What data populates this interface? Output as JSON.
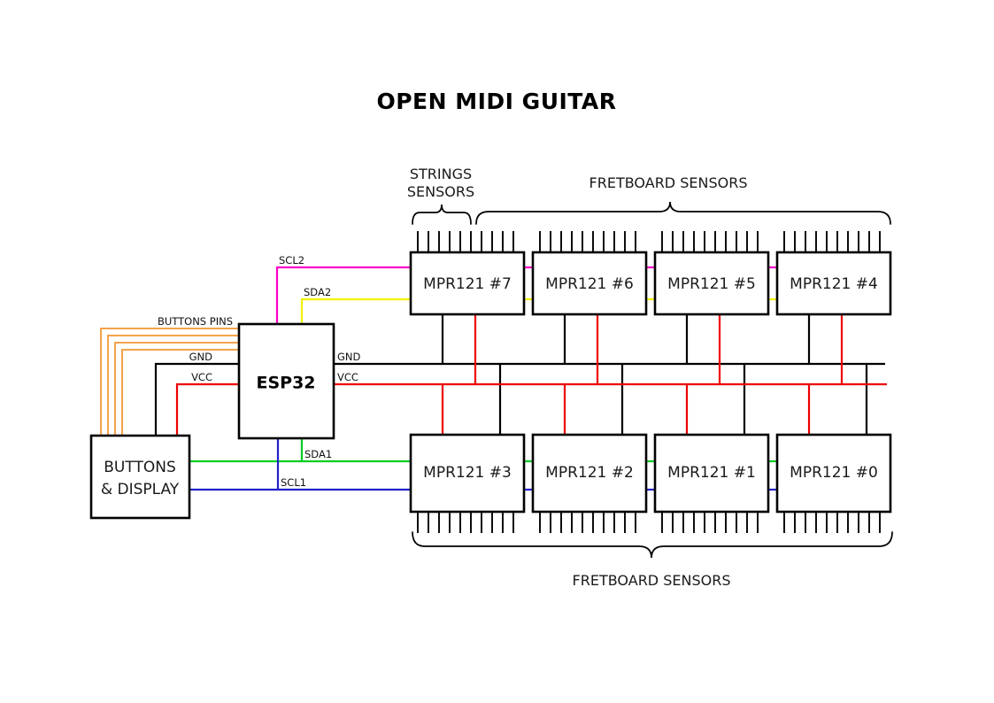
{
  "title": "OPEN MIDI GUITAR",
  "groups": {
    "strings_sensors": "STRINGS\nSENSORS",
    "strings_sensors_line1": "STRINGS",
    "strings_sensors_line2": "SENSORS",
    "fretboard_top": "FRETBOARD SENSORS",
    "fretboard_bottom": "FRETBOARD SENSORS"
  },
  "blocks": {
    "esp32": "ESP32",
    "buttons_display_line1": "BUTTONS",
    "buttons_display_line2": "& DISPLAY",
    "top_row": [
      {
        "label": "MPR121 #7"
      },
      {
        "label": "MPR121 #6"
      },
      {
        "label": "MPR121 #5"
      },
      {
        "label": "MPR121 #4"
      }
    ],
    "bottom_row": [
      {
        "label": "MPR121 #3"
      },
      {
        "label": "MPR121 #2"
      },
      {
        "label": "MPR121 #1"
      },
      {
        "label": "MPR121 #0"
      }
    ]
  },
  "wire_labels": {
    "scl2": "SCL2",
    "sda2": "SDA2",
    "scl1": "SCL1",
    "sda1": "SDA1",
    "buttons_pins": "BUTTONS PINS",
    "gnd_left": "GND",
    "vcc_left": "VCC",
    "gnd_right": "GND",
    "vcc_right": "VCC"
  },
  "colors": {
    "scl2": "#ff00c8",
    "sda2": "#f2f200",
    "scl1": "#2222cc",
    "sda1": "#00cc22",
    "vcc": "#ee0000",
    "gnd": "#000000",
    "buttons_pins": "#f5a24b",
    "outline": "#000000",
    "background": "#ffffff"
  }
}
